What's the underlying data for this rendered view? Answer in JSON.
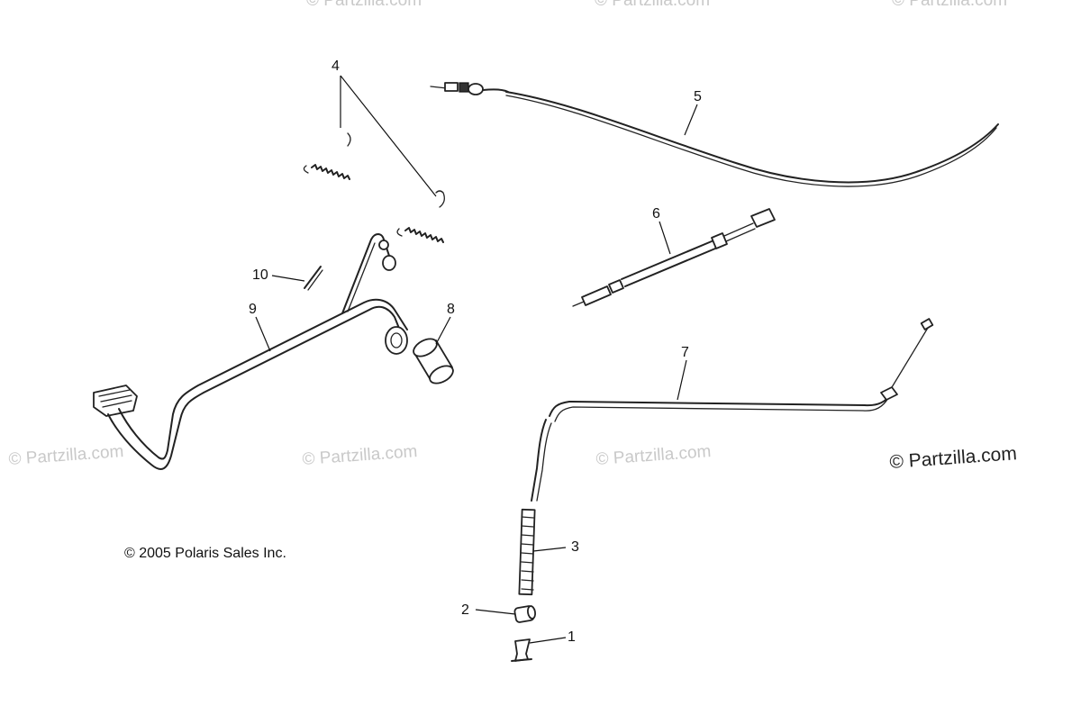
{
  "callouts": {
    "c1": "1",
    "c2": "2",
    "c3": "3",
    "c4": "4",
    "c5": "5",
    "c6": "6",
    "c7": "7",
    "c8": "8",
    "c9": "9",
    "c10": "10"
  },
  "copyright": "© 2005 Polaris Sales Inc.",
  "watermark": "© Partzilla.com",
  "watermark_main": "© Partzilla.com"
}
